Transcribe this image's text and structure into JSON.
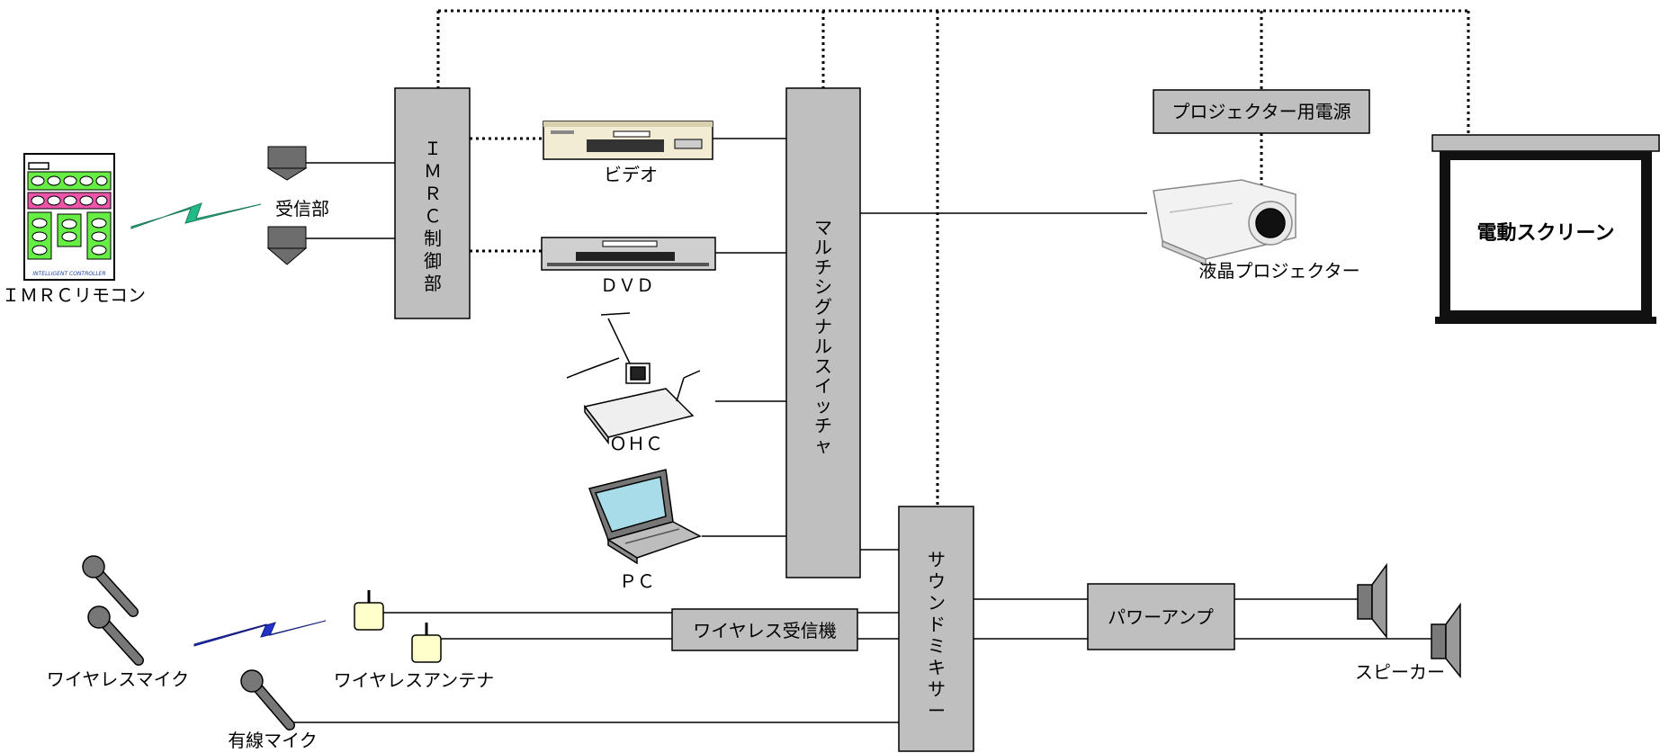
{
  "colors": {
    "block_fill": "#bfbfbf",
    "remote_green": "#66ee44",
    "remote_pink": "#ee55aa",
    "signal_green": "#22bb88",
    "signal_blue": "#2233cc",
    "antenna_fill": "#ffffcc"
  },
  "labels": {
    "remote": "ＩＭＲＣリモコン",
    "remote_caption": "INTELLIGENT CONTROLLER",
    "receiver": "受信部",
    "imrc": [
      "Ｉ",
      "Ｍ",
      "Ｒ",
      "Ｃ",
      "制",
      "御",
      "部"
    ],
    "video": "ビデオ",
    "dvd": "ＤＶＤ",
    "ohc": "ＯＨＣ",
    "pc": "ＰＣ",
    "switcher": [
      "マ",
      "ル",
      "チ",
      "シ",
      "グ",
      "ナ",
      "ル",
      "ス",
      "イ",
      "ッ",
      "チ",
      "ャ"
    ],
    "projector_power": "プロジェクター用電源",
    "projector": "液晶プロジェクター",
    "screen": "電動スクリーン",
    "mixer": [
      "サ",
      "ウ",
      "ン",
      "ド",
      "ミ",
      "キ",
      "サ",
      "ー"
    ],
    "wireless_receiver": "ワイヤレス受信機",
    "power_amp": "パワーアンプ",
    "speaker": "スピーカー",
    "wireless_mic": "ワイヤレスマイク",
    "wireless_antenna": "ワイヤレスアンテナ",
    "wired_mic": "有線マイク"
  }
}
